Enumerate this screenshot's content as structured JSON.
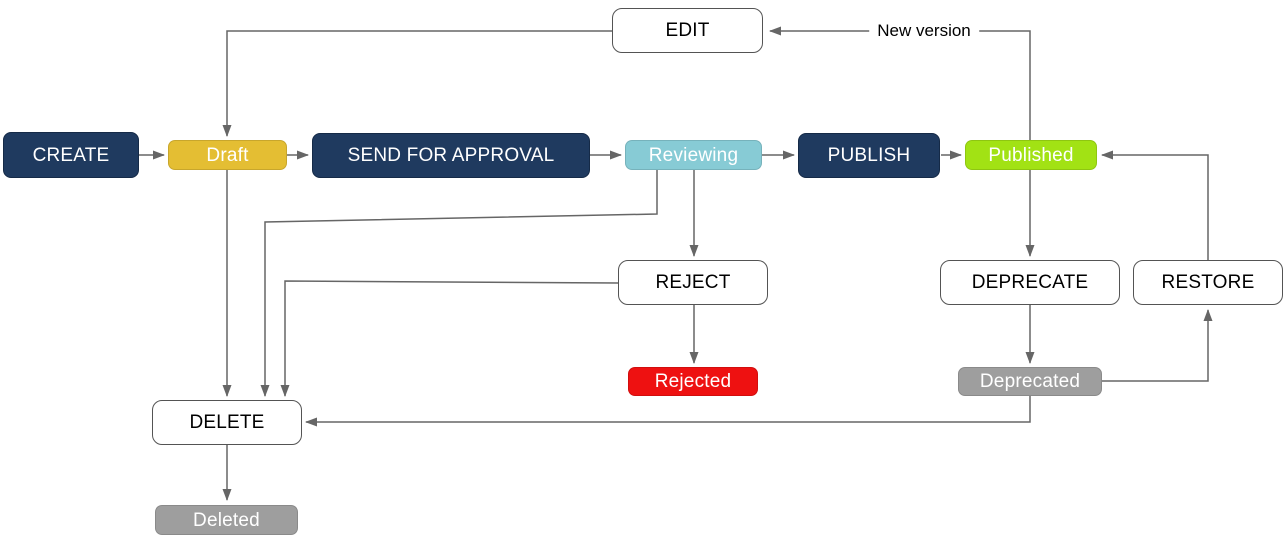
{
  "colors": {
    "navy": "#1F3A5F",
    "gold": "#E4BE33",
    "teal": "#87CBD5",
    "lime": "#A2E214",
    "red": "#EE1111",
    "gray": "#9E9E9E",
    "edge": "#666666",
    "outline": "#545454"
  },
  "nodes": {
    "create": {
      "label": "CREATE",
      "kind": "action",
      "color": "navy"
    },
    "draft": {
      "label": "Draft",
      "kind": "state",
      "color": "gold"
    },
    "send_for_approval": {
      "label": "SEND FOR APPROVAL",
      "kind": "action",
      "color": "navy"
    },
    "reviewing": {
      "label": "Reviewing",
      "kind": "state",
      "color": "teal"
    },
    "publish": {
      "label": "PUBLISH",
      "kind": "action",
      "color": "navy"
    },
    "published": {
      "label": "Published",
      "kind": "state",
      "color": "lime"
    },
    "edit": {
      "label": "EDIT",
      "kind": "action",
      "color": "white"
    },
    "reject": {
      "label": "REJECT",
      "kind": "action",
      "color": "white"
    },
    "deprecate": {
      "label": "DEPRECATE",
      "kind": "action",
      "color": "white"
    },
    "restore": {
      "label": "RESTORE",
      "kind": "action",
      "color": "white"
    },
    "rejected": {
      "label": "Rejected",
      "kind": "state",
      "color": "red"
    },
    "deprecated": {
      "label": "Deprecated",
      "kind": "state",
      "color": "gray"
    },
    "delete": {
      "label": "DELETE",
      "kind": "action",
      "color": "white"
    },
    "deleted": {
      "label": "Deleted",
      "kind": "state",
      "color": "gray"
    }
  },
  "edge_labels": {
    "new_version": "New version"
  },
  "edges": [
    {
      "from": "CREATE",
      "to": "Draft"
    },
    {
      "from": "Draft",
      "to": "SEND FOR APPROVAL"
    },
    {
      "from": "SEND FOR APPROVAL",
      "to": "Reviewing"
    },
    {
      "from": "Reviewing",
      "to": "PUBLISH"
    },
    {
      "from": "PUBLISH",
      "to": "Published"
    },
    {
      "from": "EDIT",
      "to": "Draft"
    },
    {
      "from": "Published",
      "to": "EDIT",
      "label": "New version"
    },
    {
      "from": "Reviewing",
      "to": "REJECT"
    },
    {
      "from": "REJECT",
      "to": "Rejected"
    },
    {
      "from": "Published",
      "to": "DEPRECATE"
    },
    {
      "from": "DEPRECATE",
      "to": "Deprecated"
    },
    {
      "from": "Deprecated",
      "to": "RESTORE"
    },
    {
      "from": "RESTORE",
      "to": "Published"
    },
    {
      "from": "Draft",
      "to": "DELETE"
    },
    {
      "from": "Reviewing",
      "to": "DELETE"
    },
    {
      "from": "REJECT",
      "to": "DELETE"
    },
    {
      "from": "Deprecated",
      "to": "DELETE"
    },
    {
      "from": "DELETE",
      "to": "Deleted"
    }
  ]
}
